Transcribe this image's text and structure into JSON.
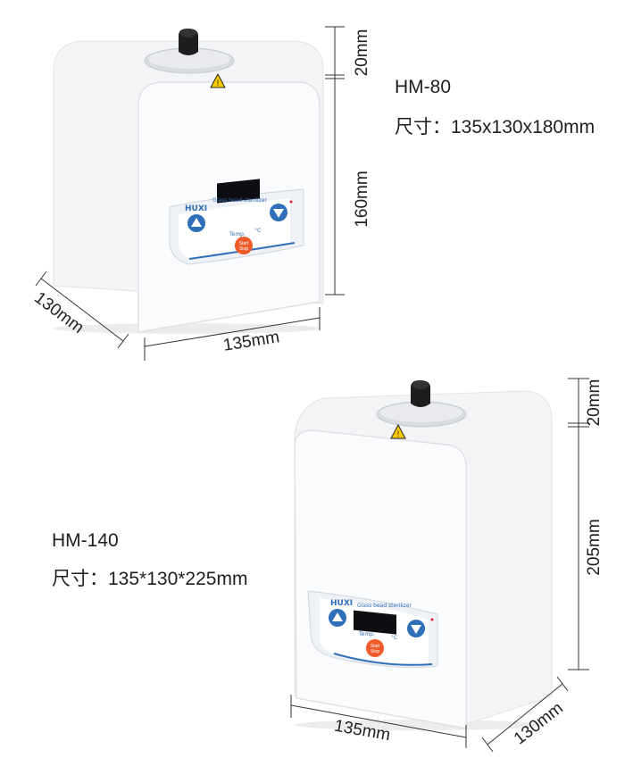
{
  "models": [
    {
      "name": "HM-80",
      "size_label": "尺寸：",
      "size_value": "135x130x180mm",
      "dims": {
        "top": "20mm",
        "height": "160mm",
        "depth": "130mm",
        "width": "135mm"
      },
      "panel": {
        "brand": "HUXI",
        "subtitle": "Glass bead sterilizer",
        "temp_label": "Temp.",
        "unit": "°C",
        "button": [
          "Start",
          "Stop"
        ]
      }
    },
    {
      "name": "HM-140",
      "size_label": "尺寸：",
      "size_value": "135*130*225mm",
      "dims": {
        "top": "20mm",
        "height": "205mm",
        "depth": "130mm",
        "width": "135mm"
      },
      "panel": {
        "brand": "HUXI",
        "subtitle": "Glass bead sterilizer",
        "temp_label": "Temp.",
        "unit": "°C",
        "button": [
          "Start",
          "Stop"
        ]
      }
    }
  ],
  "colors": {
    "accent": "#2f6fb8",
    "button": "#f05a28",
    "warning": "#f6c900"
  }
}
